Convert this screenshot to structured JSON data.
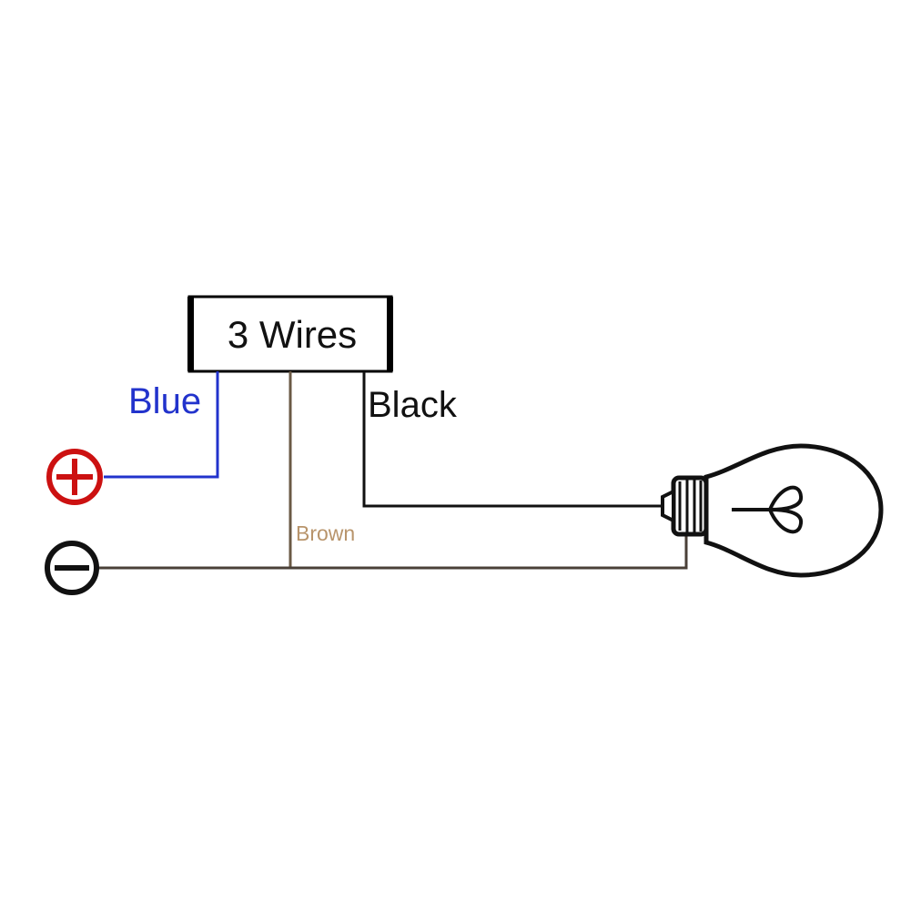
{
  "box": {
    "label": "3 Wires"
  },
  "wires": {
    "blue": {
      "label": "Blue",
      "color": "#2233cc"
    },
    "black": {
      "label": "Black",
      "color": "#111111"
    },
    "brown": {
      "label": "Brown",
      "color": "#6b5a45",
      "label_color": "#b8946b"
    }
  },
  "terminals": {
    "positive": {
      "symbol": "plus-circle-icon",
      "color": "#cc1111"
    },
    "negative": {
      "symbol": "minus-circle-icon",
      "color": "#111111"
    }
  },
  "load": {
    "symbol": "light-bulb-icon"
  }
}
